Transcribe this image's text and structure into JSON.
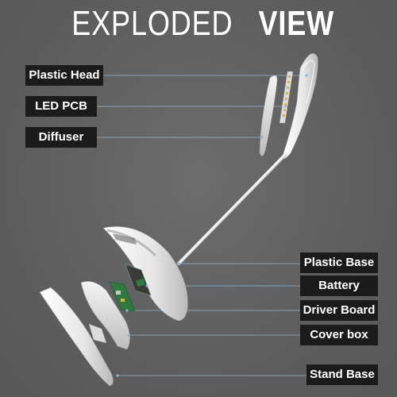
{
  "title": {
    "light": "EXPLODED",
    "bold": "VIEW"
  },
  "labels": {
    "plastic_head": "Plastic Head",
    "led_pcb": "LED PCB",
    "diffuser": "Diffuser",
    "plastic_base": "Plastic Base",
    "battery": "Battery",
    "driver_board": "Driver Board",
    "cover_box": "Cover box",
    "stand_base": "Stand Base"
  },
  "colors": {
    "background": "#5f5f60",
    "label_bg": "#1b1b1b",
    "label_text": "#ffffff",
    "leader_line": "#8fb6d3",
    "part_white": "#eeeeee",
    "pcb_green": "#2f7a3e"
  }
}
